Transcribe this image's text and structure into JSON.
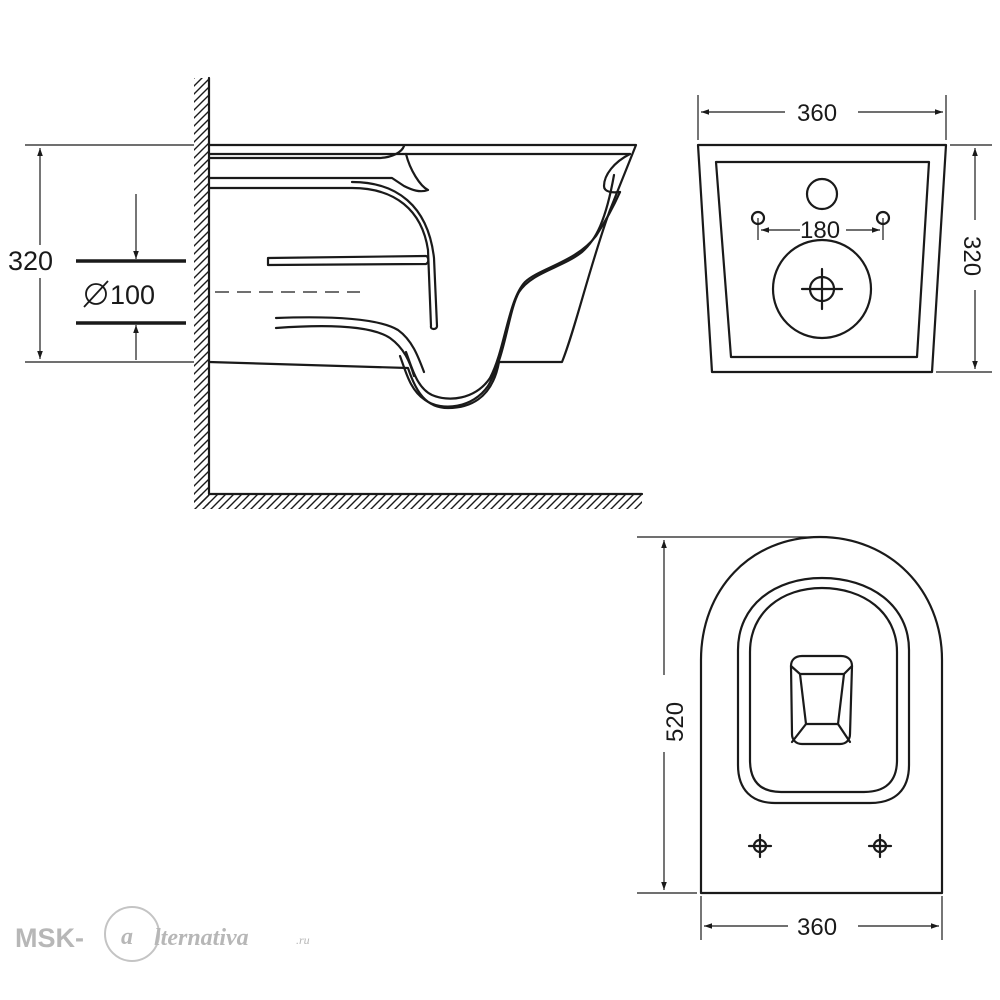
{
  "side_view": {
    "height_dim": "320",
    "pipe_dim": "100"
  },
  "front_view": {
    "width_dim": "360",
    "height_dim": "320",
    "bolt_spacing_dim": "180"
  },
  "top_view": {
    "length_dim": "520",
    "width_dim": "360"
  },
  "watermark": {
    "prefix": "MSK-",
    "emblem_letter": "a",
    "suffix": "lternativa",
    "domain": ".ru"
  },
  "icons": {
    "diameter": "diameter-symbol-icon",
    "crosshair": "crosshair-icon"
  }
}
